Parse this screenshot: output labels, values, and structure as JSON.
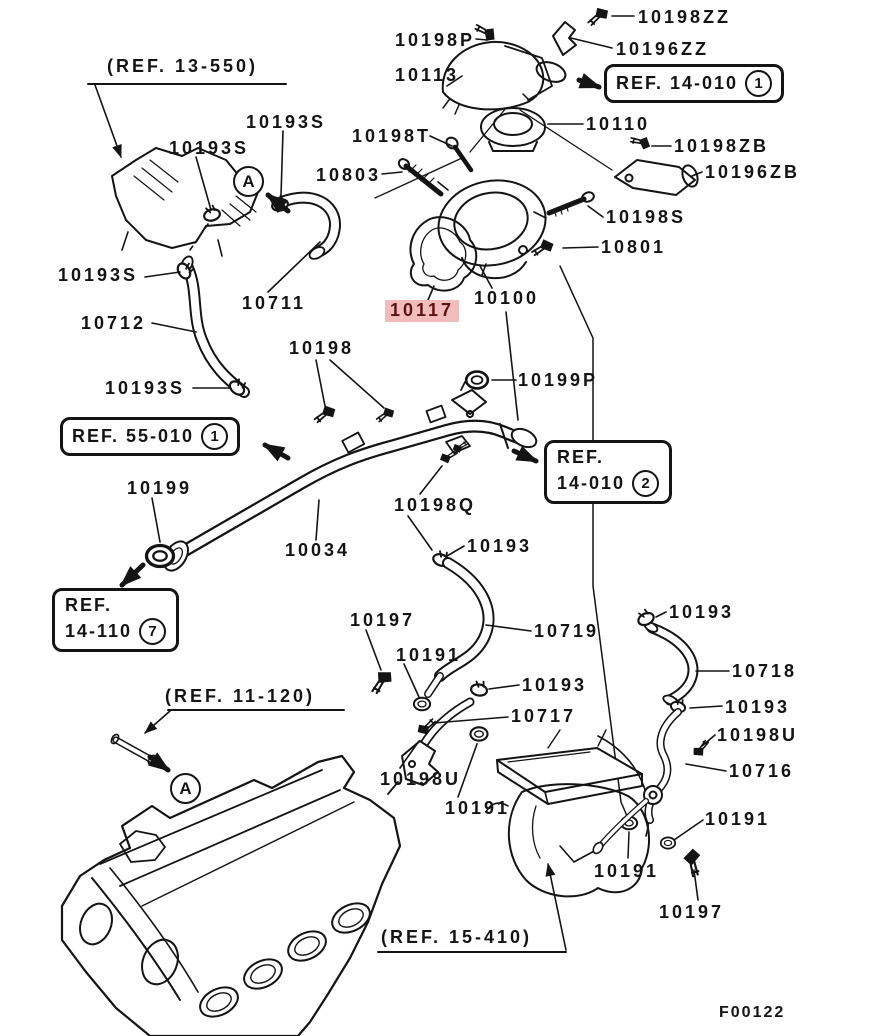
{
  "figure": {
    "code": "F00122",
    "type": "parts-exploded-diagram",
    "subject": "water pipe / thermostat / water hose group",
    "colors": {
      "line": "#141414",
      "background": "#ffffff",
      "highlight_bg": "#f3bcbc",
      "highlight_text": "#5a1212"
    }
  },
  "labels": [
    {
      "text": "(REF. 13-550)"
    },
    {
      "text": "10198ZZ"
    },
    {
      "text": "10196ZZ"
    },
    {
      "text": "10198P"
    },
    {
      "text": "10113"
    },
    {
      "text": "10110"
    },
    {
      "text": "10198T"
    },
    {
      "text": "10198ZB"
    },
    {
      "text": "10196ZB"
    },
    {
      "text": "10803"
    },
    {
      "text": "10198S"
    },
    {
      "text": "10801"
    },
    {
      "text": "10193S"
    },
    {
      "text": "10193S"
    },
    {
      "text": "10193S"
    },
    {
      "text": "10711"
    },
    {
      "text": "10712"
    },
    {
      "text": "10117",
      "highlighted": true
    },
    {
      "text": "10100"
    },
    {
      "text": "10198"
    },
    {
      "text": "10193S"
    },
    {
      "text": "10199P"
    },
    {
      "text": "10199"
    },
    {
      "text": "10198Q"
    },
    {
      "text": "10034"
    },
    {
      "text": "10193"
    },
    {
      "text": "10197"
    },
    {
      "text": "10191"
    },
    {
      "text": "10719"
    },
    {
      "text": "10193"
    },
    {
      "text": "10717"
    },
    {
      "text": "(REF. 11-120)"
    },
    {
      "text": "10198U"
    },
    {
      "text": "10191"
    },
    {
      "text": "10193"
    },
    {
      "text": "10718"
    },
    {
      "text": "10193"
    },
    {
      "text": "10198U"
    },
    {
      "text": "10716"
    },
    {
      "text": "10191"
    },
    {
      "text": "10191"
    },
    {
      "text": "10197"
    },
    {
      "text": "(REF. 15-410)"
    },
    {
      "text": "F00122"
    }
  ],
  "ref_boxes": [
    {
      "text": "REF. 14-010",
      "num": "1"
    },
    {
      "text": "REF. 55-010",
      "num": "1"
    },
    {
      "text": "REF.",
      "text2": "14-010",
      "num": "2"
    },
    {
      "text": "REF.",
      "text2": "14-110",
      "num": "7"
    }
  ],
  "markers": [
    {
      "letter": "A"
    },
    {
      "letter": "A"
    }
  ]
}
